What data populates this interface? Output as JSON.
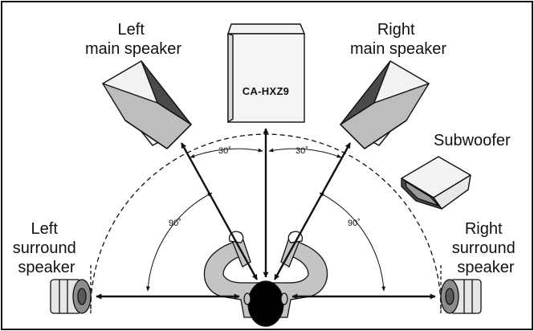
{
  "labels": {
    "left_main": [
      "Left",
      "main speaker"
    ],
    "center_model": "CA-HXZ9",
    "right_main": [
      "Right",
      "main speaker"
    ],
    "subwoofer": "Subwoofer",
    "left_surround": [
      "Left",
      "surround",
      "speaker"
    ],
    "right_surround": [
      "Right",
      "surround",
      "speaker"
    ]
  },
  "angles": {
    "left_front": "30˚",
    "right_front": "30˚",
    "left_side": "90˚",
    "right_side": "90˚"
  },
  "colors": {
    "stroke": "#111111",
    "face_light": "#f2f2f2",
    "face_mid": "#bdbdbd",
    "face_dark": "#4a4a4a",
    "listener": "#c4c4c4"
  }
}
